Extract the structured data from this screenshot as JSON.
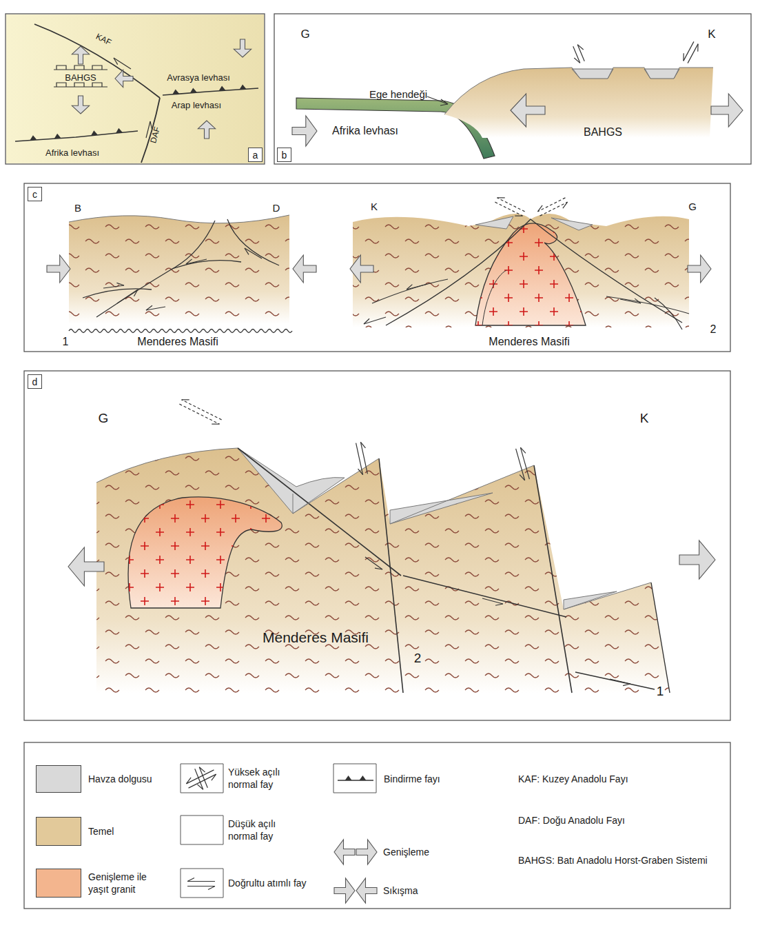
{
  "diagram": {
    "nodes": [
      {
        "text": [
          "a"
        ]
      },
      {
        "text": [
          "b"
        ]
      },
      {
        "text": [
          "c"
        ]
      },
      {
        "text": [
          "d"
        ]
      }
    ],
    "labels": [
      "KAF",
      "BAHGS",
      "Avrasya levhası",
      "Arap levhası",
      "DAF",
      "Afrika levhası",
      "G",
      "K",
      "Ege hendeği",
      "Afrika levhası",
      "BAHGS",
      "B",
      "D",
      "1",
      "Menderes Masifi",
      "K",
      "G",
      "Menderes Masifi",
      "2",
      "G",
      "K",
      "Menderes Masifi",
      "2",
      "1",
      "KAF: Kuzey Anadolu Fayı",
      "DAF: Doğu Anadolu Fayı",
      "BAHGS: Batı Anadolu Horst-Graben Sistemi"
    ],
    "legend": [
      {
        "text": "Havza dolgusu",
        "color": "#d9d9d9"
      },
      {
        "text": "Temel",
        "color": "#e2c99a"
      },
      {
        "text": "Genişleme ile yaşıt granit",
        "color": "#f3b58e"
      },
      {
        "text": "Yüksek açılı normal fay"
      },
      {
        "text": "Düşük açılı normal fay"
      },
      {
        "text": "Doğrultu atımlı fay"
      },
      {
        "text": "Bindirme fayı"
      },
      {
        "text": "Genişleme"
      },
      {
        "text": "Sıkışma"
      }
    ]
  }
}
